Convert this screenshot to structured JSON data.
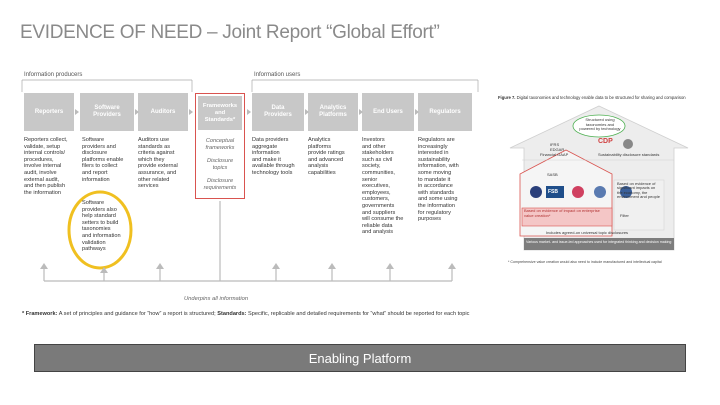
{
  "title": "EVIDENCE OF NEED – Joint Report “Global Effort”",
  "left_figure": {
    "producers_label": "Information producers",
    "users_label": "Information users",
    "columns": [
      {
        "header": "Reporters",
        "text": "Reporters collect,\nvalidate, setup\ninternal controls/\nprocedures,\ninvolve internal\naudit, involve\nexternal audit,\nand then publish\nthe information"
      },
      {
        "header": "Software\nProviders",
        "text": "Software\nproviders and\ndisclosure\nplatforms enable\nfilers to collect\nand report\ninformation"
      },
      {
        "header": "Auditors",
        "text": "Auditors use\nstandards as\ncriteria against\nwhich they\nprovide external\nassurance, and\nother related\nservices"
      },
      {
        "header": "Data\nProviders",
        "text": "Data providers\naggregate\ninformation\nand make it\navailable through\ntechnology tools"
      },
      {
        "header": "Analytics\nPlatforms",
        "text": "Analytics\nplatforms\nprovide ratings\nand advanced\nanalysis\ncapabilities"
      },
      {
        "header": "End Users",
        "text": "Investors\nand other\nstakeholders\nsuch as civil\nsociety,\ncommunities,\nsenior\nexecutives,\nemployees,\ncustomers,\ngovernments\nand suppliers\nwill consume the\nreliable data\nand analysis"
      },
      {
        "header": "Regulators",
        "text": "Regulators are\nincreasingly\ninterested in\nsustainability\ninformation, with\nsome moving\nto mandate it\nin accordance\nwith standards\nand some using\nthe information\nfor regulatory\npurposes"
      }
    ],
    "highlight_text": "Software\nproviders also\nhelp standard\nsetters to build\ntaxonomies\nand information\nvalidation\npathways",
    "frameworks": {
      "header": "Frameworks\nand\nStandards*",
      "items": [
        "Conceptual\nframeworks",
        "Disclosure\ntopics",
        "Disclosure\nrequirements"
      ]
    },
    "underpins_label": "Underpins all information",
    "footnote_bold1": "* Framework:",
    "footnote_mid": " A set of principles and guidance for “how” a report is structured; ",
    "footnote_bold2": "Standards:",
    "footnote_end": " Specific, replicable and detailed requirements for “what” should be reported for each topic"
  },
  "right_figure": {
    "caption_bold": "Figure 7.",
    "caption_text": " Digital taxonomies and technology enable data to be structured for sharing and comparison",
    "roof_label": "Structured using\ntaxonomies and\npowered by technology",
    "ifrs_label": "IFRS\nEDGAR",
    "cdp_label": "CDP",
    "financial_gaap": "Financial GAAP",
    "sustainability_standards": "Sustainability disclosure standards",
    "sasb_label": "SASB",
    "fsb_label": "FSB",
    "enterprise_value": "Based on evidence of impact on enterprise value creation*",
    "significant_impacts": "Based on evidence of significant impacts on the economy, the environment and people",
    "filter_label": "Filter",
    "universal_label": "Includes agreed-on universal topic disclosures",
    "base_label": "Various market- and issue-led approaches used for integrated thinking and decision making",
    "note": "* Comprehensive value creation would also need to include manufactured and intellectual capital"
  },
  "platform_label": "Enabling Platform",
  "colors": {
    "highlight_circle": "#f0c020",
    "framework_border": "#d9534f",
    "platform_bg": "#7a7a7a"
  }
}
